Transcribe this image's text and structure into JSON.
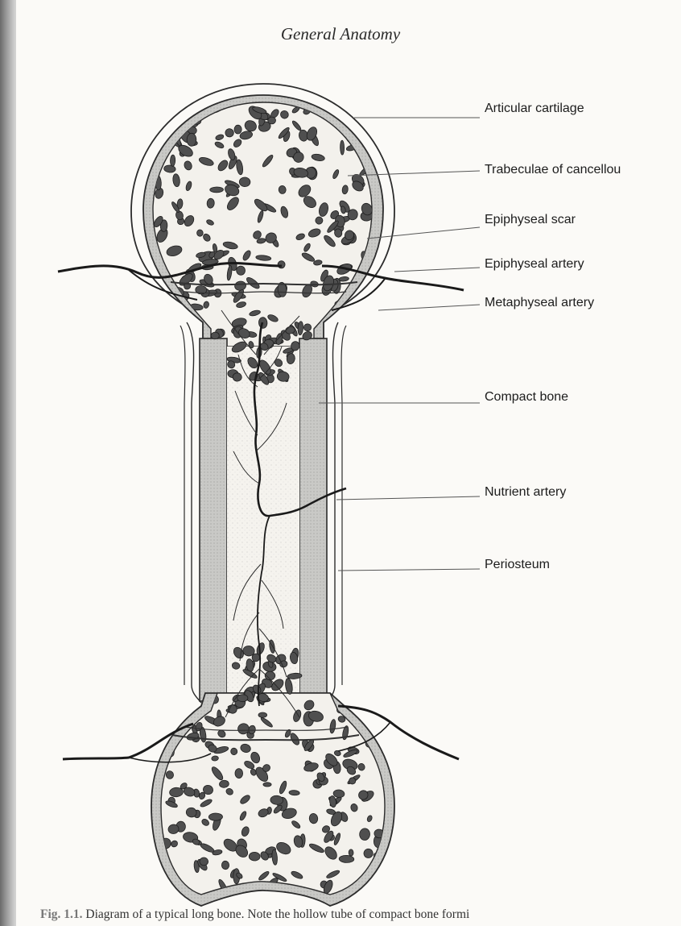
{
  "running_head": "General Anatomy",
  "labels": {
    "articular_cartilage": "Articular cartilage",
    "trabeculae": "Trabeculae of cancellou",
    "epiphyseal_scar": "Epiphyseal scar",
    "epiphyseal_artery": "Epiphyseal artery",
    "metaphyseal_artery": "Metaphyseal artery",
    "compact_bone": "Compact bone",
    "nutrient_artery": "Nutrient artery",
    "periosteum": "Periosteum"
  },
  "caption": {
    "fig_num": "Fig. 1.1.",
    "text": "Diagram of a typical long bone. Note the hollow tube of compact bone formi"
  }
}
